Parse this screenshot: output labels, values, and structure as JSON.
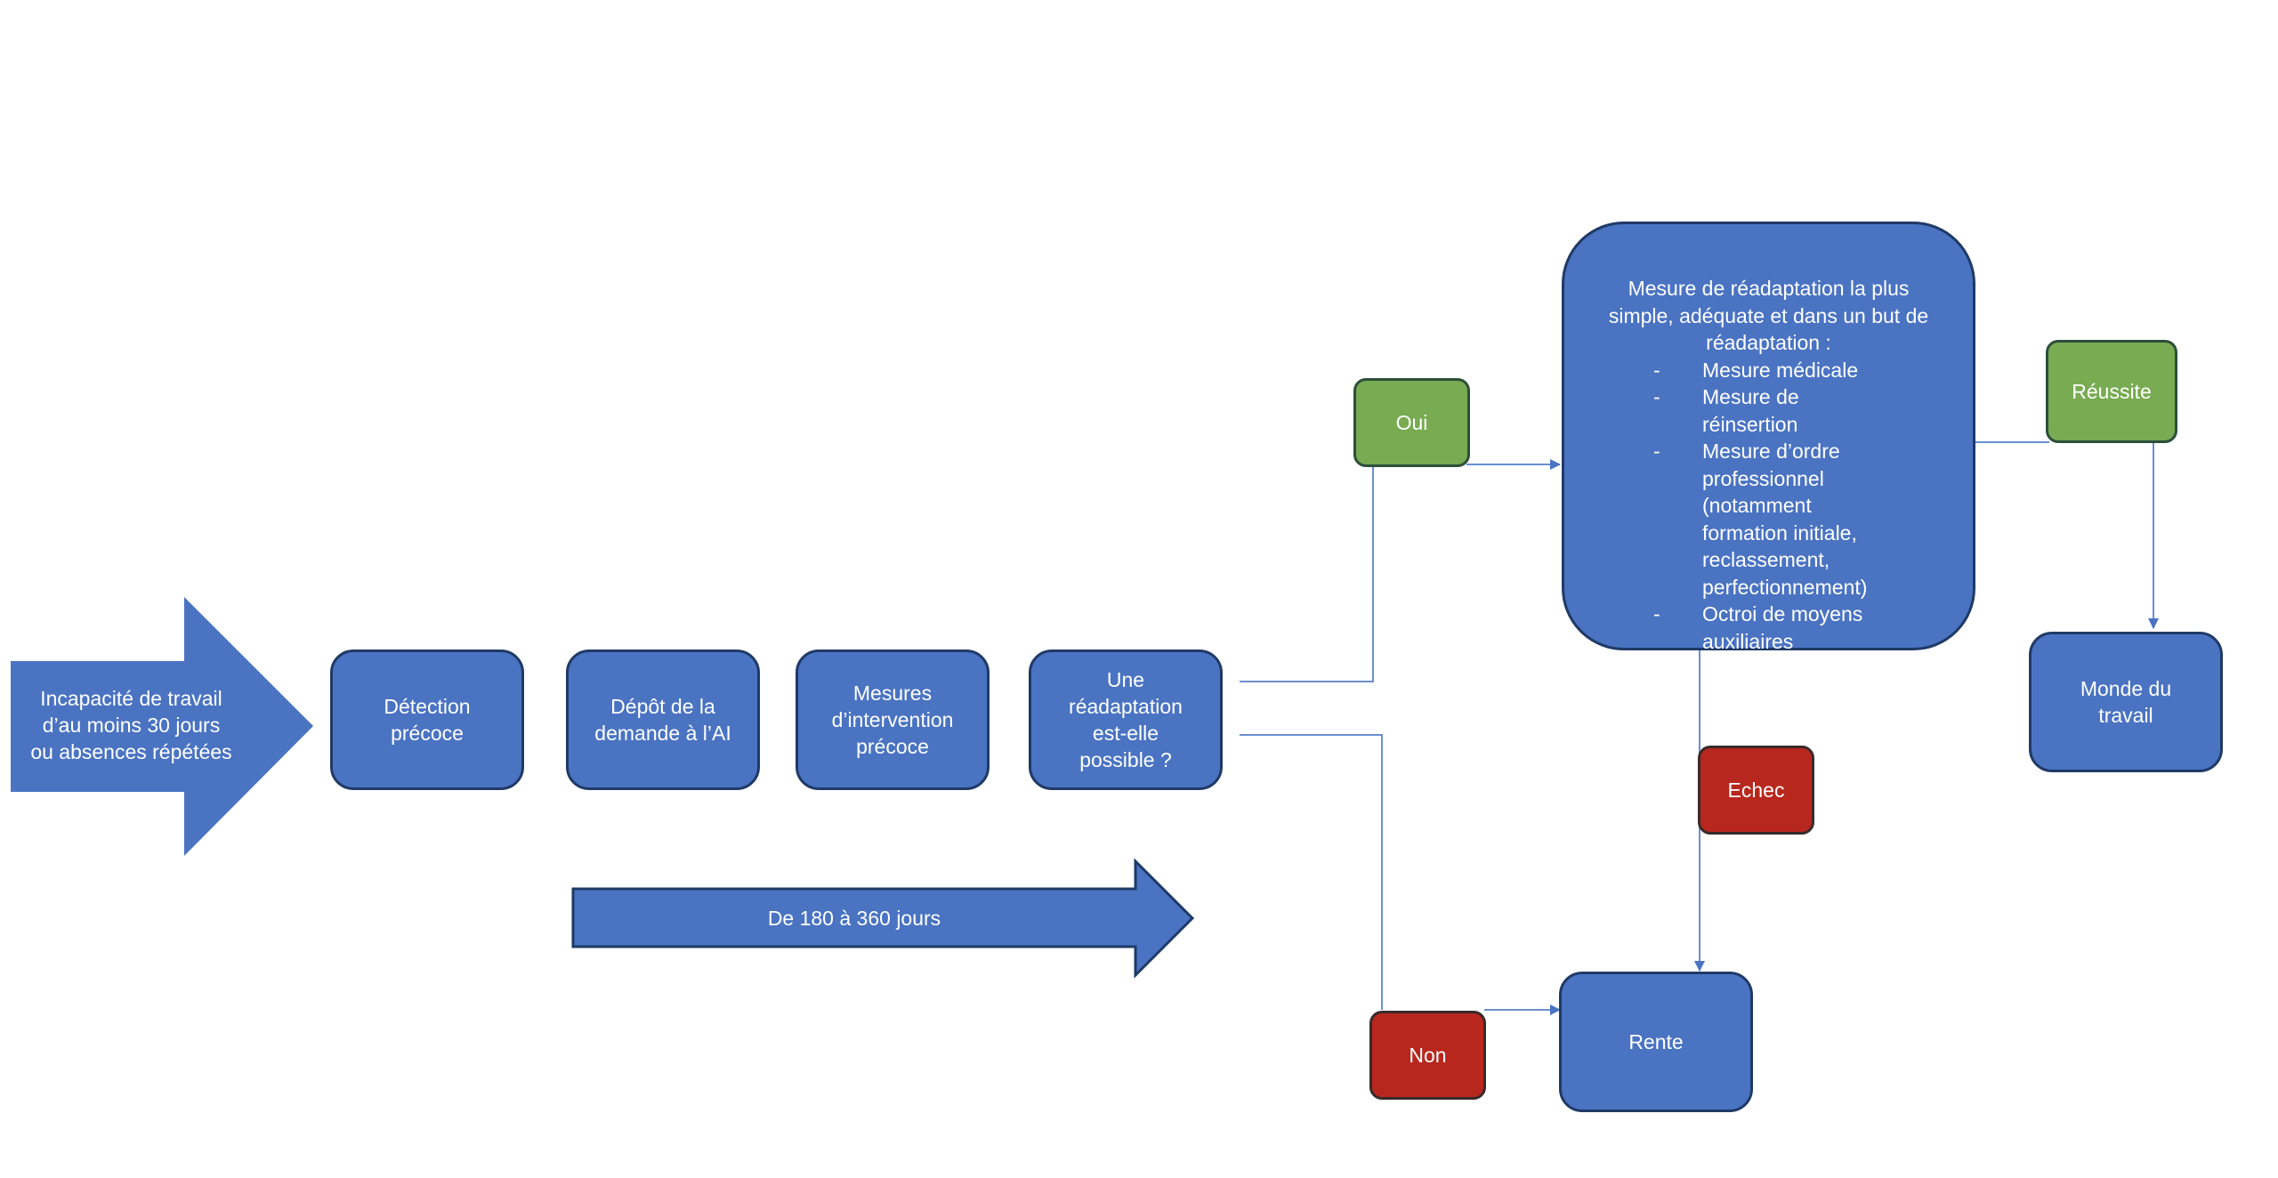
{
  "diagram": {
    "start_arrow_text": "Incapacité de travail\nd’au moins 30 jours\nou absences répétées",
    "steps": [
      "Détection\nprécoce",
      "Dépôt de la\ndemande à l’AI",
      "Mesures\nd’intervention\nprécoce",
      "Une\nréadaptation\nest-elle\npossible ?"
    ],
    "duration_arrow_text": "De 180 à 360 jours",
    "yes_label": "Oui",
    "no_label": "Non",
    "measures": {
      "intro": "Mesure de réadaptation la plus simple, adéquate et dans un but de réadaptation :",
      "items": [
        "Mesure médicale",
        "Mesure de réinsertion",
        "Mesure d’ordre professionnel (notamment formation initiale, reclassement, perfectionnement)",
        "Octroi de moyens auxiliaires"
      ],
      "bullet": "-"
    },
    "success_label": "Réussite",
    "failure_label": "Echec",
    "world_of_work": "Monde du\ntravail",
    "pension": "Rente",
    "colors": {
      "box_fill": "#4a73c2",
      "box_border": "#1f3a66",
      "yes_fill": "#78ab52",
      "no_fill": "#b8271e",
      "connector": "#6b8fd1"
    }
  }
}
